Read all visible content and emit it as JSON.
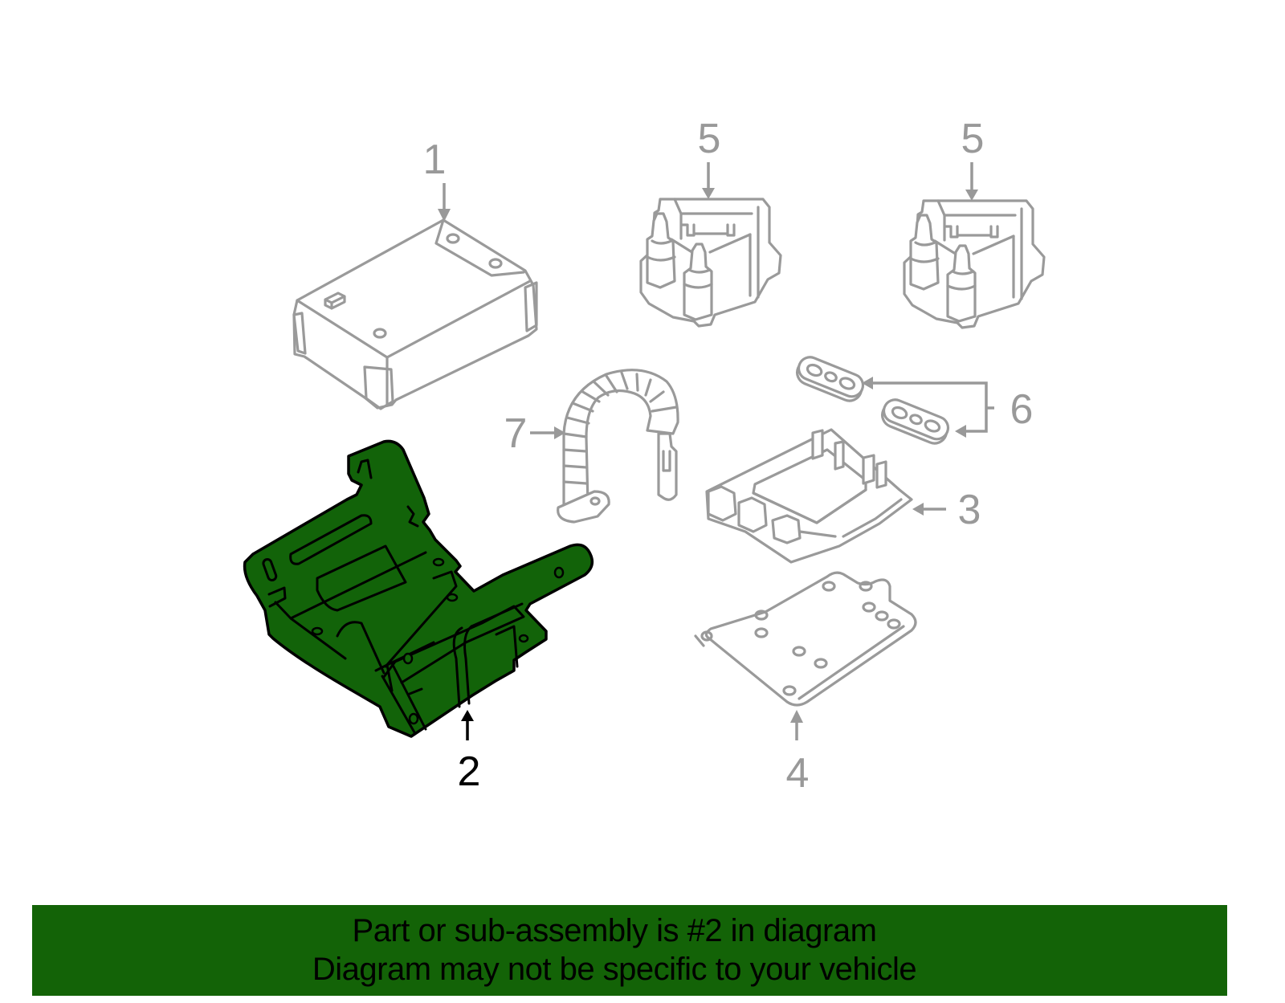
{
  "diagram": {
    "highlight_color": "#136307",
    "inactive_color": "#999999",
    "callouts": [
      {
        "id": "1",
        "label": "1",
        "part": "control-module"
      },
      {
        "id": "2",
        "label": "2",
        "part": "bracket",
        "highlighted": true
      },
      {
        "id": "3",
        "label": "3",
        "part": "ignition-module"
      },
      {
        "id": "4",
        "label": "4",
        "part": "heat-sink-plate"
      },
      {
        "id": "5a",
        "label": "5",
        "part": "ignition-coil"
      },
      {
        "id": "5b",
        "label": "5",
        "part": "ignition-coil"
      },
      {
        "id": "6",
        "label": "6",
        "part": "coil-terminal-boots"
      },
      {
        "id": "7",
        "label": "7",
        "part": "spark-plug-wire"
      }
    ]
  },
  "banner": {
    "line1": "Part or sub-assembly is #2 in diagram",
    "line2": "Diagram may not be specific to your vehicle",
    "background": "#136307"
  }
}
